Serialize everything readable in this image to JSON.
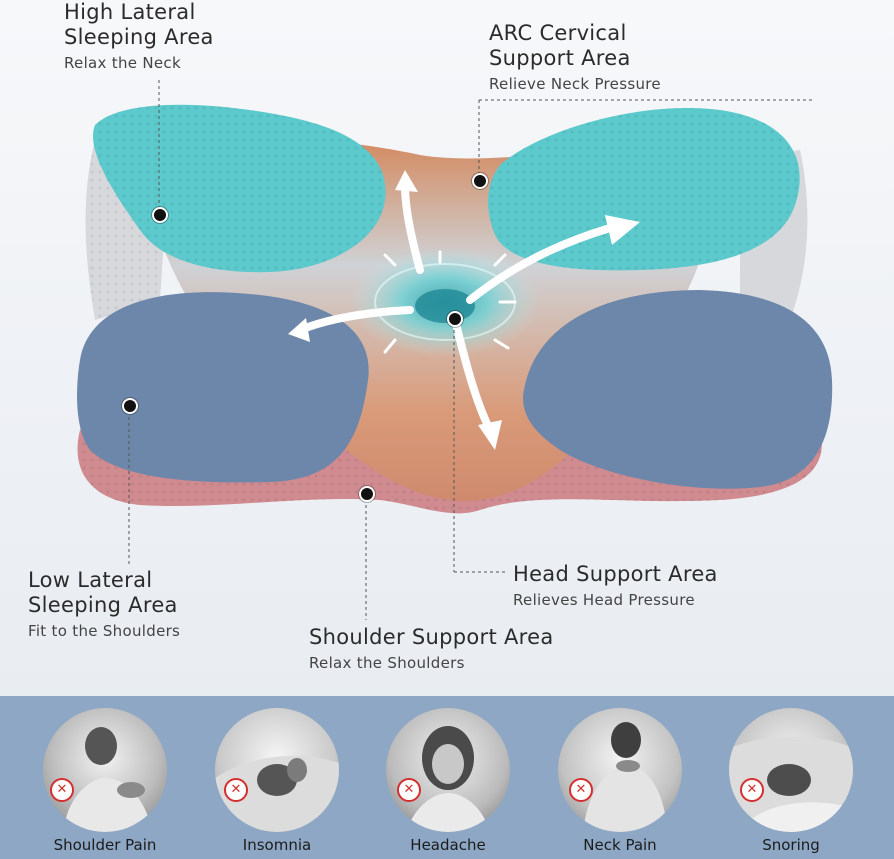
{
  "callouts": {
    "high_lateral": {
      "title_line1": "High Lateral",
      "title_line2": "Sleeping Area",
      "sub": "Relax the Neck"
    },
    "arc_cervical": {
      "title_line1": "ARC Cervical",
      "title_line2": "Support Area",
      "sub": "Relieve Neck Pressure"
    },
    "low_lateral": {
      "title_line1": "Low Lateral",
      "title_line2": "Sleeping Area",
      "sub": "Fit to the Shoulders"
    },
    "head_support": {
      "title_line1": "Head Support Area",
      "sub": "Relieves Head Pressure"
    },
    "shoulder_support": {
      "title_line1": "Shoulder Support Area",
      "sub": "Relax the Shoulders"
    }
  },
  "conditions": [
    {
      "label": "Shoulder Pain"
    },
    {
      "label": "Insomnia"
    },
    {
      "label": "Headache"
    },
    {
      "label": "Neck Pain"
    },
    {
      "label": "Snoring"
    }
  ],
  "colors": {
    "teal": "#5cc9cc",
    "blue": "#6d87aa",
    "pink": "#cf8b8f",
    "orange": "#d99070",
    "grey": "#d6d8dc",
    "bottom_band": "#8ea7c4"
  },
  "icons": {
    "condition_badge": "x-circle-icon",
    "arrows": "airflow-arrow-icon"
  }
}
